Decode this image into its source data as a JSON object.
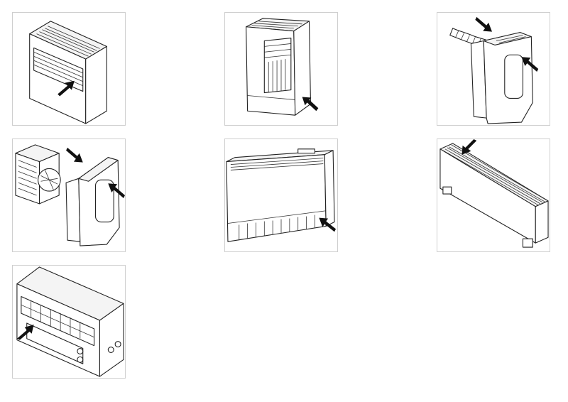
{
  "figure": {
    "panels": [
      {
        "name": "wall-mounted-unit"
      },
      {
        "name": "floor-standing-cabinet-unit"
      },
      {
        "name": "portable-unit-with-exhaust-hose"
      },
      {
        "name": "split-portable-unit-with-outdoor-condenser"
      },
      {
        "name": "console-unit"
      },
      {
        "name": "low-fan-coil-unit"
      },
      {
        "name": "window-unit"
      }
    ],
    "colors": {
      "line": "#222222",
      "panel_border": "#cfcfcf",
      "arrow": "#111111"
    }
  }
}
